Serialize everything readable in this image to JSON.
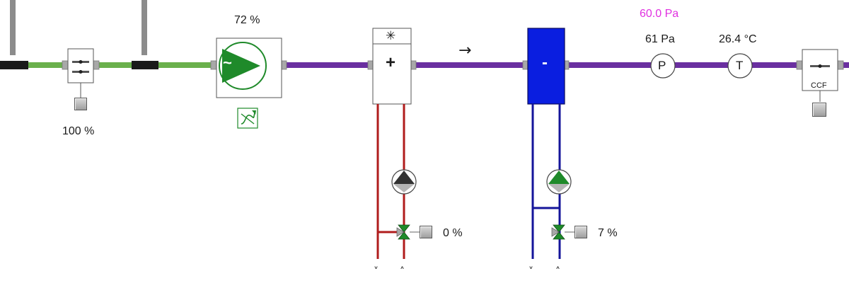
{
  "colors": {
    "supply_duct": "#6a2fa0",
    "outdoor_duct": "#6ab04c",
    "heating_supply": "#b01c1c",
    "cooling_supply": "#14149a",
    "cooler_fill": "#0a1ee0",
    "accent_green": "#1f8a2a",
    "setpoint_text": "#e030e0"
  },
  "damper": {
    "position_label": "100 %",
    "icon": "damper-icon"
  },
  "fan": {
    "speed_label": "72 %",
    "symbol": "~",
    "icon": "fan-icon",
    "control_icon": "fan-control-icon"
  },
  "heater": {
    "symbol": "+",
    "frost_symbol": "✳",
    "valve_label": "0 %",
    "pump_icon": "pump-icon",
    "valve_icon": "three-way-valve-icon"
  },
  "flow_arrow": "→",
  "cooler": {
    "symbol": "-",
    "valve_label": "7 %",
    "pump_icon": "pump-icon",
    "valve_icon": "three-way-valve-icon"
  },
  "pressure": {
    "setpoint": "60.0 Pa",
    "value": "61 Pa",
    "symbol": "P"
  },
  "temperature": {
    "value": "26.4 °C",
    "symbol": "T"
  },
  "filter": {
    "label": "CCF",
    "icon": "filter-damper-icon"
  },
  "pipe_markers": {
    "return": "˅",
    "supply": "˄"
  }
}
